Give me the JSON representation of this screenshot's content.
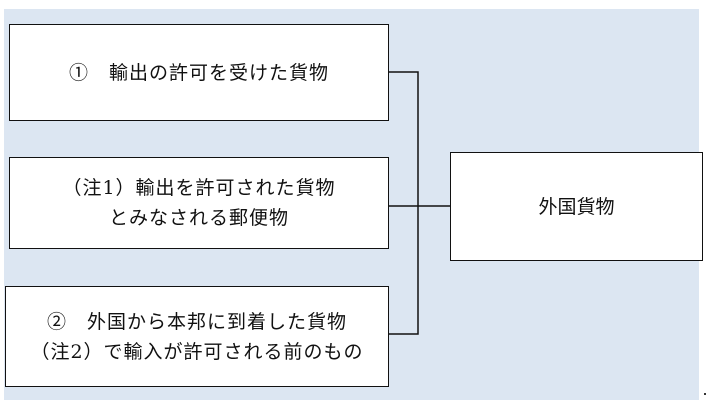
{
  "diagram": {
    "sources": [
      {
        "line1": "①　輸出の許可を受けた貨物",
        "line2": ""
      },
      {
        "line1": "（注1）輸出を許可された貨物",
        "line2": "とみなされる郵便物"
      },
      {
        "line1": "②　外国から本邦に到着した貨物",
        "line2": "（注2）で輸入が許可される前のもの"
      }
    ],
    "target": {
      "label": "外国貨物"
    }
  },
  "colors": {
    "background": "#dce6f2",
    "box_fill": "#ffffff",
    "line": "#111111"
  }
}
